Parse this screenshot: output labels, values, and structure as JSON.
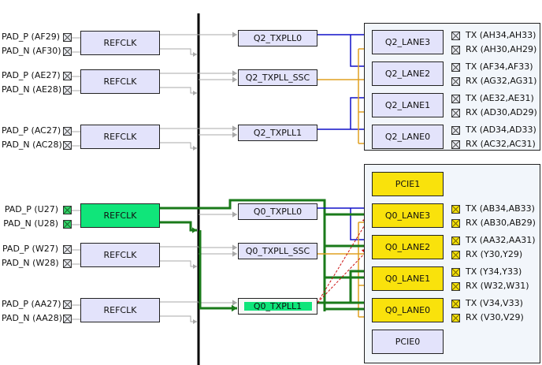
{
  "colors": {
    "wire_gray": "#a8a8a8",
    "wire_blue": "#1010c8",
    "wire_orange": "#e0a020",
    "wire_green": "#1a7a1a",
    "wire_red": "#cc1010",
    "refclk_active": "#10e57a",
    "lane_active": "#f9e20c",
    "block_default": "#e3e3fb"
  },
  "refclk_groups": [
    {
      "p_label": "PAD_P (AF29)",
      "n_label": "PAD_N (AF30)",
      "block": "REFCLK",
      "active": false
    },
    {
      "p_label": "PAD_P (AE27)",
      "n_label": "PAD_N (AE28)",
      "block": "REFCLK",
      "active": false
    },
    {
      "p_label": "PAD_P (AC27)",
      "n_label": "PAD_N (AC28)",
      "block": "REFCLK",
      "active": false
    },
    {
      "p_label": "PAD_P (U27)",
      "n_label": "PAD_N (U28)",
      "block": "REFCLK",
      "active": true
    },
    {
      "p_label": "PAD_P (W27)",
      "n_label": "PAD_N (W28)",
      "block": "REFCLK",
      "active": false
    },
    {
      "p_label": "PAD_P (AA27)",
      "n_label": "PAD_N (AA28)",
      "block": "REFCLK",
      "active": false
    }
  ],
  "plls": [
    {
      "label": "Q2_TXPLL0",
      "active": false
    },
    {
      "label": "Q2_TXPLL_SSC",
      "active": false
    },
    {
      "label": "Q2_TXPLL1",
      "active": false
    },
    {
      "label": "Q0_TXPLL0",
      "active": false
    },
    {
      "label": "Q0_TXPLL_SSC",
      "active": false
    },
    {
      "label": "Q0_TXPLL1",
      "active": true
    }
  ],
  "quad2": {
    "lanes": [
      {
        "label": "Q2_LANE3",
        "tx": "TX (AH34,AH33)",
        "rx": "RX (AH30,AH29)"
      },
      {
        "label": "Q2_LANE2",
        "tx": "TX (AF34,AF33)",
        "rx": "RX (AG32,AG31)"
      },
      {
        "label": "Q2_LANE1",
        "tx": "TX (AE32,AE31)",
        "rx": "RX (AD30,AD29)"
      },
      {
        "label": "Q2_LANE0",
        "tx": "TX (AD34,AD33)",
        "rx": "RX (AC32,AC31)"
      }
    ]
  },
  "quad0": {
    "pcie_top": "PCIE1",
    "pcie_bottom": "PCIE0",
    "lanes": [
      {
        "label": "Q0_LANE3",
        "tx": "TX (AB34,AB33)",
        "rx": "RX (AB30,AB29)"
      },
      {
        "label": "Q0_LANE2",
        "tx": "TX (AA32,AA31)",
        "rx": "RX (Y30,Y29)"
      },
      {
        "label": "Q0_LANE1",
        "tx": "TX (Y34,Y33)",
        "rx": "RX (W32,W31)"
      },
      {
        "label": "Q0_LANE0",
        "tx": "TX (V34,V33)",
        "rx": "RX (V30,V29)"
      }
    ]
  }
}
